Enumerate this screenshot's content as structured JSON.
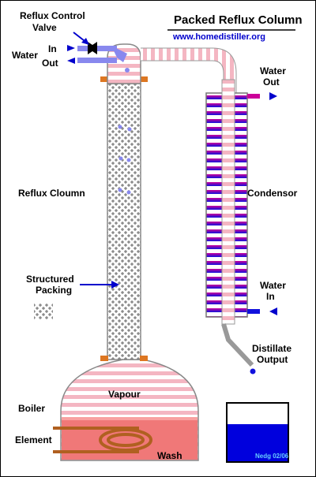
{
  "header": {
    "title": "Packed Reflux Column",
    "url": "www.homedistiller.org"
  },
  "labels": {
    "reflux_control_valve_line1": "Reflux Control",
    "reflux_control_valve_line2": "Valve",
    "water_in": "In",
    "water_out": "Out",
    "water_side": "Water",
    "reflux_column": "Reflux Cloumn",
    "structured_packing_line1": "Structured",
    "structured_packing_line2": "Packing",
    "condenser_water_out_line1": "Water",
    "condenser_water_out_line2": "Out",
    "condensor": "Condensor",
    "condenser_water_in_line1": "Water",
    "condenser_water_in_line2": "In",
    "distillate_output_line1": "Distillate",
    "distillate_output_line2": "Output",
    "vapour": "Vapour",
    "boiler": "Boiler",
    "element": "Element",
    "wash": "Wash"
  },
  "credit": "Nedg 02/06",
  "colors": {
    "vapour_stripe": "#f4b6c2",
    "wash": "#f07878",
    "water_hot": "#cc0099",
    "water_cold": "#1111dd",
    "arrow": "#0000cc",
    "valve_body": "#8888ee",
    "copper": "#b06020",
    "flange": "#dd7722",
    "beaker_liquid": "#0000dd"
  }
}
